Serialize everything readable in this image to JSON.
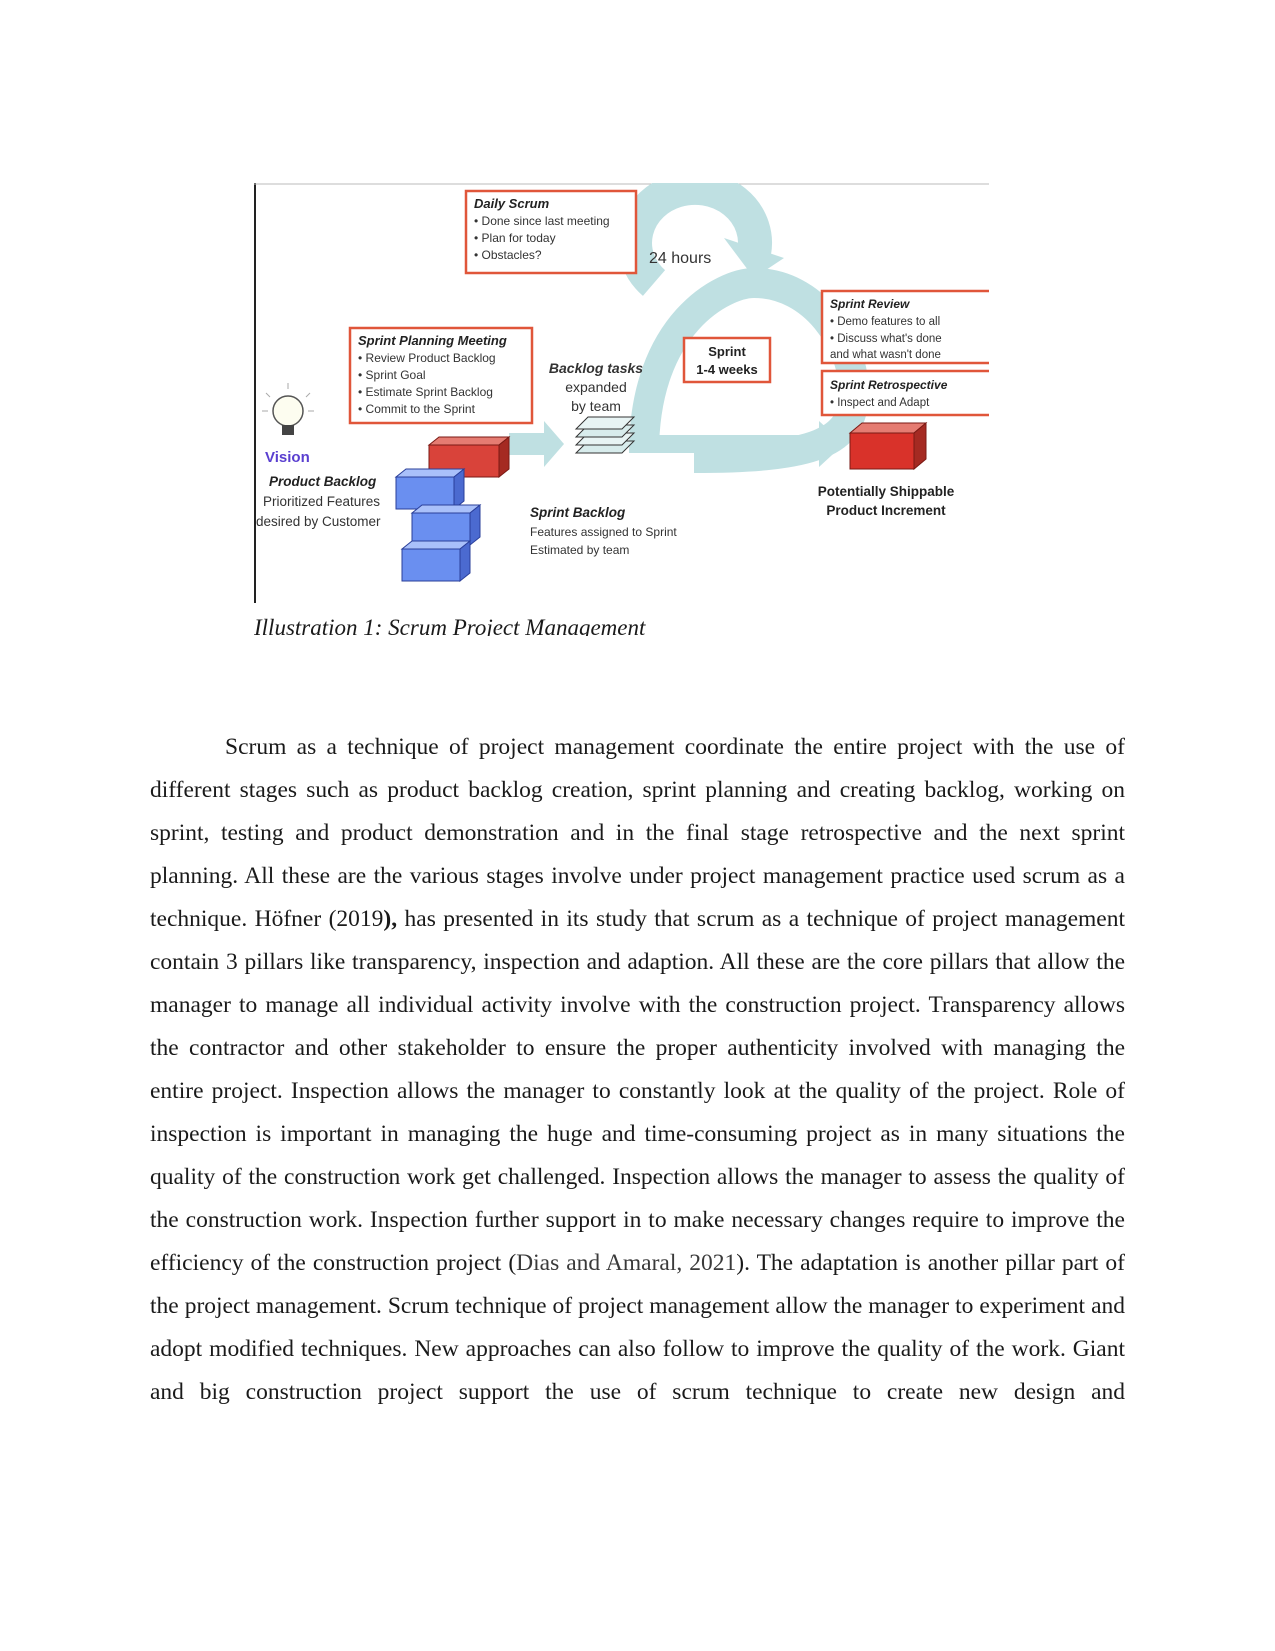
{
  "figure": {
    "daily_scrum": {
      "title": "Daily Scrum",
      "items": [
        "• Done since last meeting",
        "• Plan for today",
        "• Obstacles?"
      ]
    },
    "cycle_label": "24 hours",
    "sprint_box": {
      "line1": "Sprint",
      "line2": "1-4 weeks"
    },
    "sprint_planning": {
      "title": "Sprint Planning Meeting",
      "items": [
        "• Review Product Backlog",
        "• Sprint Goal",
        "• Estimate Sprint Backlog",
        "• Commit to the Sprint"
      ]
    },
    "backlog_tasks": {
      "line1": "Backlog tasks",
      "line2": "expanded",
      "line3": "by team"
    },
    "sprint_review": {
      "title": "Sprint Review",
      "items": [
        "• Demo features to all",
        "• Discuss what's done",
        "and what wasn't done"
      ]
    },
    "sprint_retrospective": {
      "title": "Sprint Retrospective",
      "items": [
        "• Inspect and Adapt"
      ]
    },
    "vision": "Vision",
    "product_backlog": {
      "title": "Product Backlog",
      "line1": "Prioritized Features",
      "line2": "desired by Customer"
    },
    "sprint_backlog": {
      "title": "Sprint Backlog",
      "line1": "Features assigned to Sprint",
      "line2": "Estimated by team"
    },
    "increment": {
      "line1": "Potentially Shippable",
      "line2": "Product Increment"
    },
    "colors": {
      "box_border": "#e0563a",
      "cycle": "#bfe0e2",
      "backlog_block": "#6a8ff0",
      "increment_block": "#d9322a",
      "vision": "#5a3fd0"
    }
  },
  "caption": "Illustration 1: Scrum Project Management",
  "body": {
    "part1": "Scrum as a technique of project management coordinate the entire project with the use of different stages such as product backlog creation, sprint planning and creating backlog, working on sprint, testing and product demonstration and in the final stage retrospective and the next sprint planning. All these are the various stages involve under project management practice used scrum as a technique. Höfner (2019",
    "bold_paren": "),",
    "part2": " has presented in its study that scrum as a technique of project management contain 3 pillars like transparency, inspection and adaption. All these are the core pillars that allow the manager to manage all individual activity involve with the construction project. Transparency allows the contractor and other stakeholder to ensure the proper authenticity involved with managing the entire project. Inspection allows the manager to constantly look at the quality of the project. Role of inspection is important in managing the huge and time-consuming project as in many situations the quality of the construction work get challenged. Inspection allows the manager to assess the quality of the construction work. Inspection further support in to make necessary changes require to improve the efficiency of the construction project (",
    "citation": "Dias and Amaral, 2021",
    "part3": "). The adaptation is another pillar part of the project management. Scrum technique of project management allow the manager to experiment and adopt modified techniques. New approaches can also follow to improve the quality of the work. Giant and big construction project support the use of scrum technique to create new design and"
  }
}
